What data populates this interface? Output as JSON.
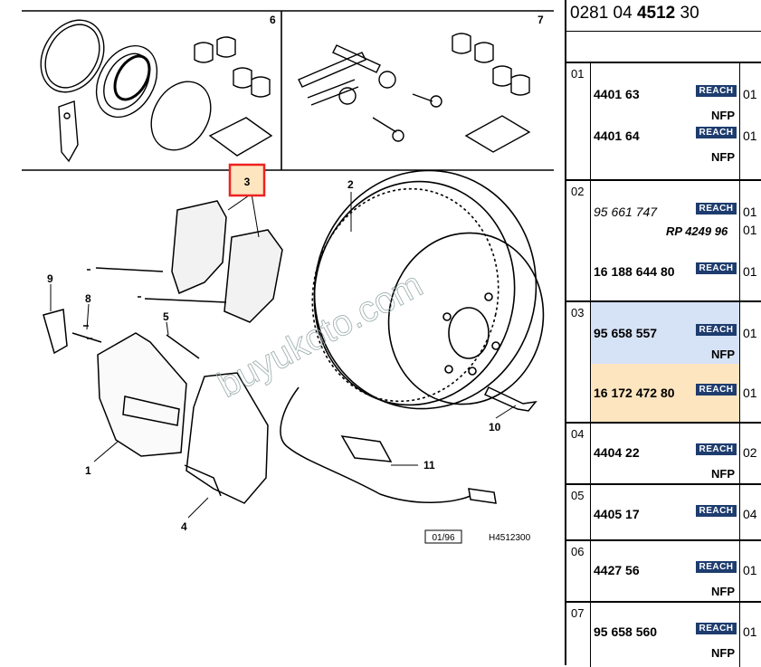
{
  "header": {
    "part_prefix": "0281 04",
    "part_bold": "4512",
    "part_suffix": "30"
  },
  "diagram": {
    "labels": [
      "1",
      "2",
      "3",
      "4",
      "5",
      "6",
      "7",
      "8",
      "9",
      "10",
      "11"
    ],
    "stamp": "01/96",
    "code": "H4512300",
    "watermark": "buyukoto.com",
    "selected_label": "3"
  },
  "reach_label": "REACH",
  "groups": [
    {
      "num": "01",
      "rows": [
        {
          "ref": "4401 63",
          "italic": false,
          "qty": "01",
          "nfp": "NFP"
        },
        {
          "ref": "4401 64",
          "italic": false,
          "qty": "01",
          "nfp": "NFP"
        }
      ]
    },
    {
      "num": "02",
      "rows": [
        {
          "ref": "95 661 747",
          "italic": true,
          "qty": "01",
          "note": "RP 4249 96",
          "note_qty": "01"
        },
        {
          "ref": "16 188 644 80",
          "italic": false,
          "qty": "01"
        }
      ]
    },
    {
      "num": "03",
      "rows": [
        {
          "ref": "95 658 557",
          "italic": false,
          "qty": "01",
          "nfp": "NFP"
        },
        {
          "ref": "16 172 472 80",
          "italic": false,
          "qty": "01"
        }
      ]
    },
    {
      "num": "04",
      "rows": [
        {
          "ref": "4404 22",
          "italic": false,
          "qty": "02",
          "nfp": "NFP"
        }
      ]
    },
    {
      "num": "05",
      "rows": [
        {
          "ref": "4405 17",
          "italic": false,
          "qty": "04"
        }
      ]
    },
    {
      "num": "06",
      "rows": [
        {
          "ref": "4427 56",
          "italic": false,
          "qty": "01",
          "nfp": "NFP"
        }
      ]
    },
    {
      "num": "07",
      "rows": [
        {
          "ref": "95 658 560",
          "italic": false,
          "qty": "01",
          "nfp": "NFP"
        }
      ]
    }
  ]
}
